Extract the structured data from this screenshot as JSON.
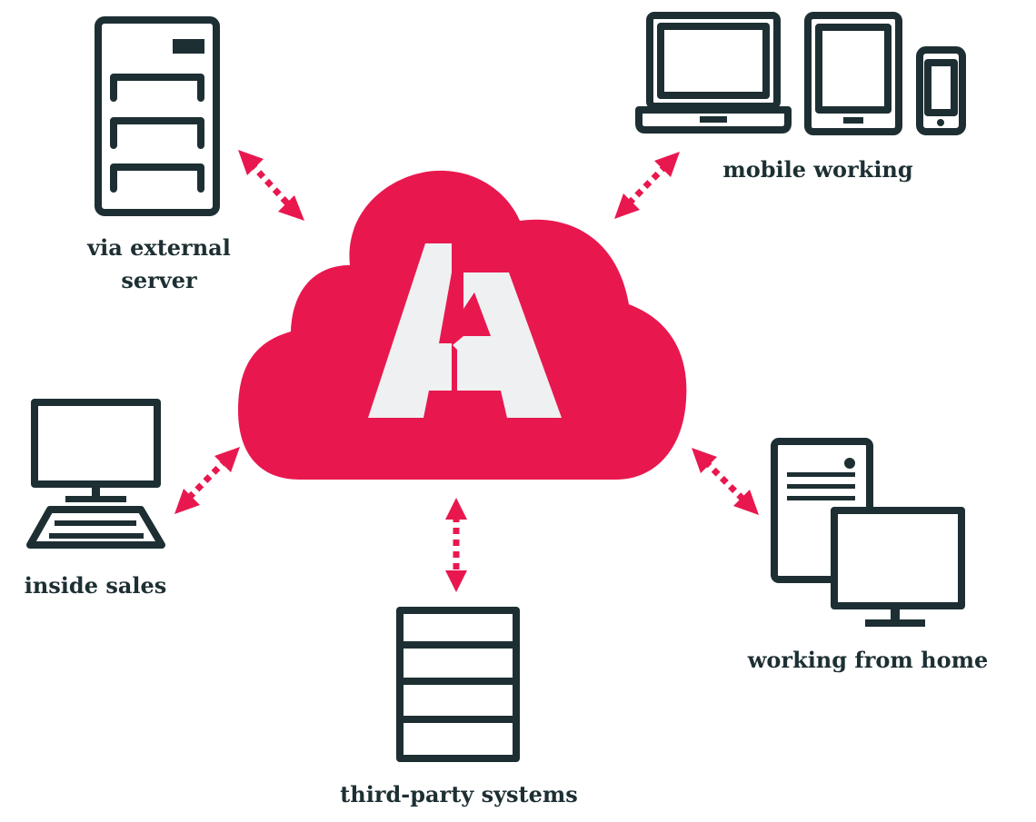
{
  "colors": {
    "cloud": "#e8184f",
    "logo": "#eef0f1",
    "icon": "#1d2f33",
    "arrow": "#e8184f",
    "text": "#1d2f33"
  },
  "center": {
    "icon": "cloud-icon",
    "logo_icon": "logo-a-icon"
  },
  "nodes": [
    {
      "id": "external-server",
      "icon": "server-tower-icon",
      "label_lines": [
        "via external",
        "server"
      ]
    },
    {
      "id": "mobile-working",
      "icon": "devices-icon",
      "label_lines": [
        "mobile working"
      ]
    },
    {
      "id": "inside-sales",
      "icon": "desktop-computer-icon",
      "label_lines": [
        "inside sales"
      ]
    },
    {
      "id": "working-from-home",
      "icon": "home-office-icon",
      "label_lines": [
        "working from home"
      ]
    },
    {
      "id": "third-party-systems",
      "icon": "database-icon",
      "label_lines": [
        "third-party systems"
      ]
    }
  ]
}
